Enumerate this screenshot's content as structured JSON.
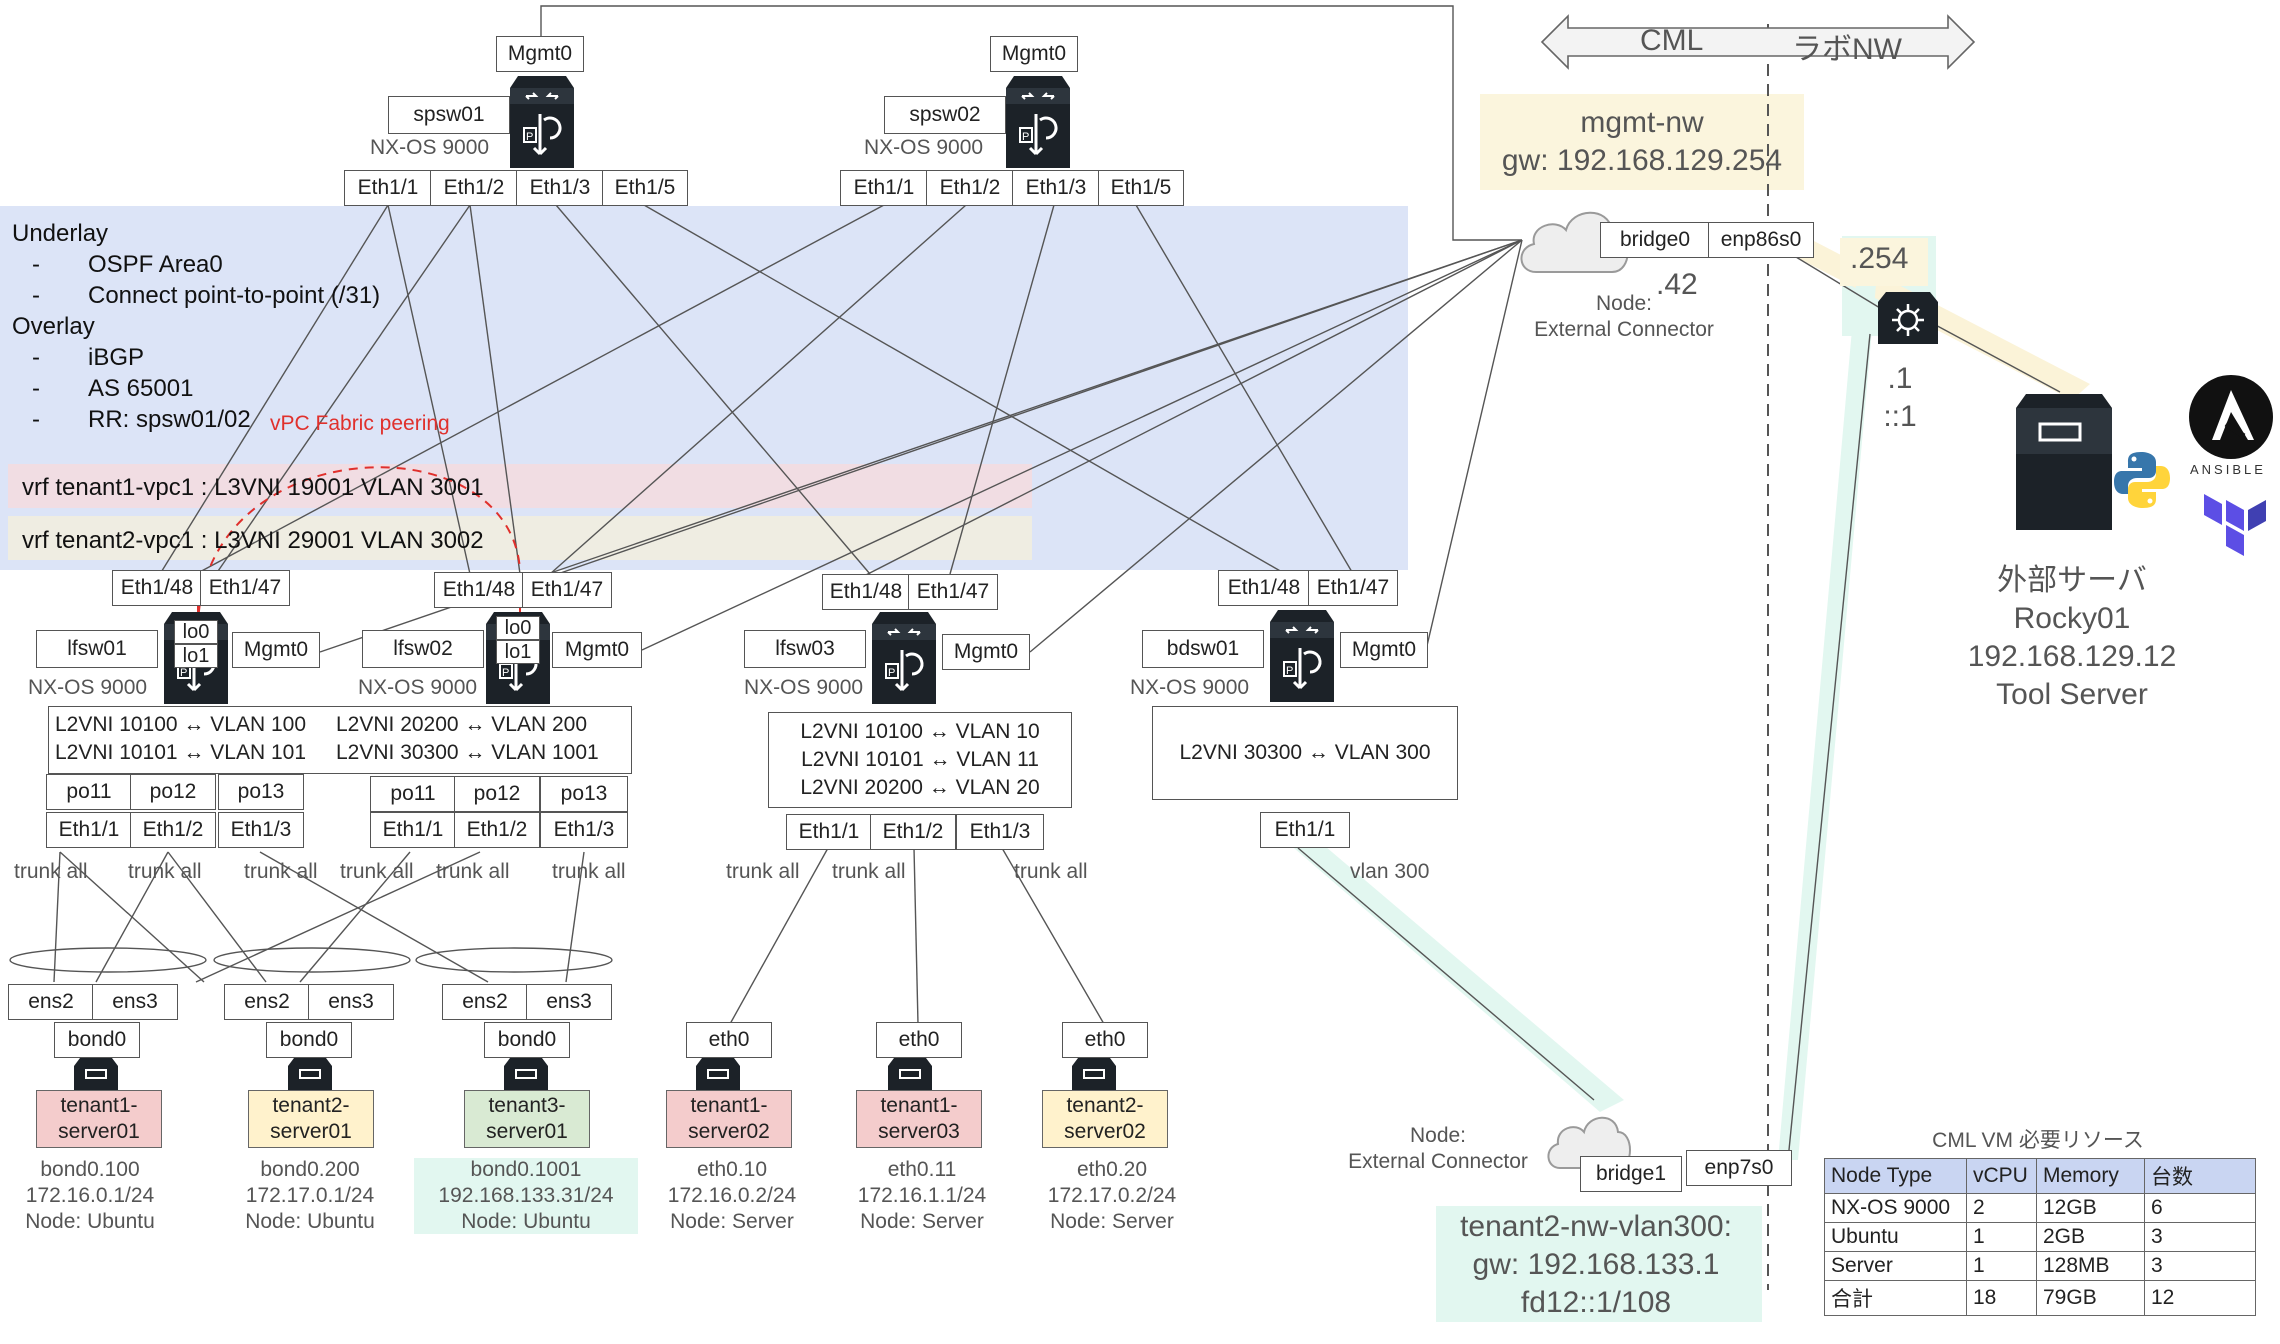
{
  "underlay": {
    "title": "Underlay",
    "items": [
      "OSPF Area0",
      "Connect point-to-point (/31)"
    ],
    "overlay_title": "Overlay",
    "overlay_items": [
      "iBGP",
      "AS 65001",
      "RR: spsw01/02"
    ],
    "bullet": "-"
  },
  "vpc_peering_label": "vPC Fabric peering",
  "vrfs": [
    "vrf tenant1-vpc1 : L3VNI 19001 VLAN 3001",
    "vrf tenant2-vpc1 : L3VNI 29001 VLAN 3002"
  ],
  "spines": [
    {
      "name": "spsw01",
      "os": "NX-OS 9000",
      "mgmt": "Mgmt0",
      "ports": [
        "Eth1/1",
        "Eth1/2",
        "Eth1/3",
        "Eth1/5"
      ]
    },
    {
      "name": "spsw02",
      "os": "NX-OS 9000",
      "mgmt": "Mgmt0",
      "ports": [
        "Eth1/1",
        "Eth1/2",
        "Eth1/3",
        "Eth1/5"
      ]
    }
  ],
  "leaves": [
    {
      "name": "lfsw01",
      "os": "NX-OS 9000",
      "mgmt": "Mgmt0",
      "ports": [
        "Eth1/48",
        "Eth1/47"
      ],
      "lo": [
        "lo0",
        "lo1"
      ]
    },
    {
      "name": "lfsw02",
      "os": "NX-OS 9000",
      "mgmt": "Mgmt0",
      "ports": [
        "Eth1/48",
        "Eth1/47"
      ],
      "lo": [
        "lo0",
        "lo1"
      ]
    },
    {
      "name": "lfsw03",
      "os": "NX-OS 9000",
      "mgmt": "Mgmt0",
      "ports": [
        "Eth1/48",
        "Eth1/47"
      ]
    },
    {
      "name": "bdsw01",
      "os": "NX-OS 9000",
      "mgmt": "Mgmt0",
      "ports": [
        "Eth1/48",
        "Eth1/47"
      ]
    }
  ],
  "vni_maps": {
    "lf12_left": [
      "L2VNI 10100 ↔ VLAN 100",
      "L2VNI 10101 ↔ VLAN 101"
    ],
    "lf12_right": [
      "L2VNI 20200 ↔ VLAN 200",
      "L2VNI 30300 ↔ VLAN 1001"
    ],
    "lf3": [
      "L2VNI 10100 ↔ VLAN 10",
      "L2VNI 10101 ↔ VLAN 11",
      "L2VNI 20200 ↔ VLAN 20"
    ],
    "bd": [
      "L2VNI 30300 ↔ VLAN 300"
    ]
  },
  "lf1_po": [
    "po11",
    "po12",
    "po13"
  ],
  "lf1_eth": [
    "Eth1/1",
    "Eth1/2",
    "Eth1/3"
  ],
  "lf2_po": [
    "po11",
    "po12",
    "po13"
  ],
  "lf2_eth": [
    "Eth1/1",
    "Eth1/2",
    "Eth1/3"
  ],
  "lf3_eth": [
    "Eth1/1",
    "Eth1/2",
    "Eth1/3"
  ],
  "bd_eth": "Eth1/1",
  "trunk_label": "trunk all",
  "vlan300_label": "vlan 300",
  "servers": [
    {
      "ifs": [
        "ens2",
        "ens3"
      ],
      "bond": "bond0",
      "name": [
        "tenant1-",
        "server01"
      ],
      "color": "#f4cccc",
      "sub": "bond0.100",
      "ip": "172.16.0.1/24",
      "node": "Node: Ubuntu"
    },
    {
      "ifs": [
        "ens2",
        "ens3"
      ],
      "bond": "bond0",
      "name": [
        "tenant2-",
        "server01"
      ],
      "color": "#fff2cc",
      "sub": "bond0.200",
      "ip": "172.17.0.1/24",
      "node": "Node: Ubuntu"
    },
    {
      "ifs": [
        "ens2",
        "ens3"
      ],
      "bond": "bond0",
      "name": [
        "tenant3-",
        "server01"
      ],
      "color": "#d9ead3",
      "sub": "bond0.1001",
      "ip": "192.168.133.31/24",
      "node": "Node: Ubuntu"
    },
    {
      "bond": "eth0",
      "name": [
        "tenant1-",
        "server02"
      ],
      "color": "#f4cccc",
      "sub": "eth0.10",
      "ip": "172.16.0.2/24",
      "node": "Node: Server"
    },
    {
      "bond": "eth0",
      "name": [
        "tenant1-",
        "server03"
      ],
      "color": "#f4cccc",
      "sub": "eth0.11",
      "ip": "172.16.1.1/24",
      "node": "Node: Server"
    },
    {
      "bond": "eth0",
      "name": [
        "tenant2-",
        "server02"
      ],
      "color": "#fff2cc",
      "sub": "eth0.20",
      "ip": "172.17.0.2/24",
      "node": "Node: Server"
    }
  ],
  "cml_label": "CML",
  "labnw_label": "ラボNW",
  "mgmt_nw": [
    "mgmt-nw",
    "gw: 192.168.129.254"
  ],
  "ext1": {
    "bridge": "bridge0",
    "port": "enp86s0",
    "addr": ".42",
    "node": "Node:",
    "node2": "External Connector"
  },
  "router_addr": ".254",
  "router_if": [
    ".1",
    "::1"
  ],
  "ext2": {
    "bridge": "bridge1",
    "port": "enp7s0",
    "node": "Node:",
    "node2": "External Connector"
  },
  "tenant2_nw": [
    "tenant2-nw-vlan300:",
    "gw: 192.168.133.1",
    "fd12::1/108"
  ],
  "ext_server": [
    "外部サーバ",
    "Rocky01",
    "192.168.129.12",
    "Tool Server"
  ],
  "ansible_label": "ANSIBLE",
  "resources": {
    "title": "CML VM 必要リソース",
    "headers": [
      "Node Type",
      "vCPU",
      "Memory",
      "台数"
    ],
    "rows": [
      [
        "NX-OS 9000",
        "2",
        "12GB",
        "6"
      ],
      [
        "Ubuntu",
        "1",
        "2GB",
        "3"
      ],
      [
        "Server",
        "1",
        "128MB",
        "3"
      ],
      [
        "合計",
        "18",
        "79GB",
        "12"
      ]
    ]
  },
  "colors": {
    "underlay_bg": "#dce4f7",
    "vrf1_bg": "#f1dde3",
    "vrf2_bg": "#efede2",
    "mgmt_bg": "#fbf5dd",
    "tenant2_bg": "#e2f7f0",
    "vpc": "#e0302c"
  }
}
